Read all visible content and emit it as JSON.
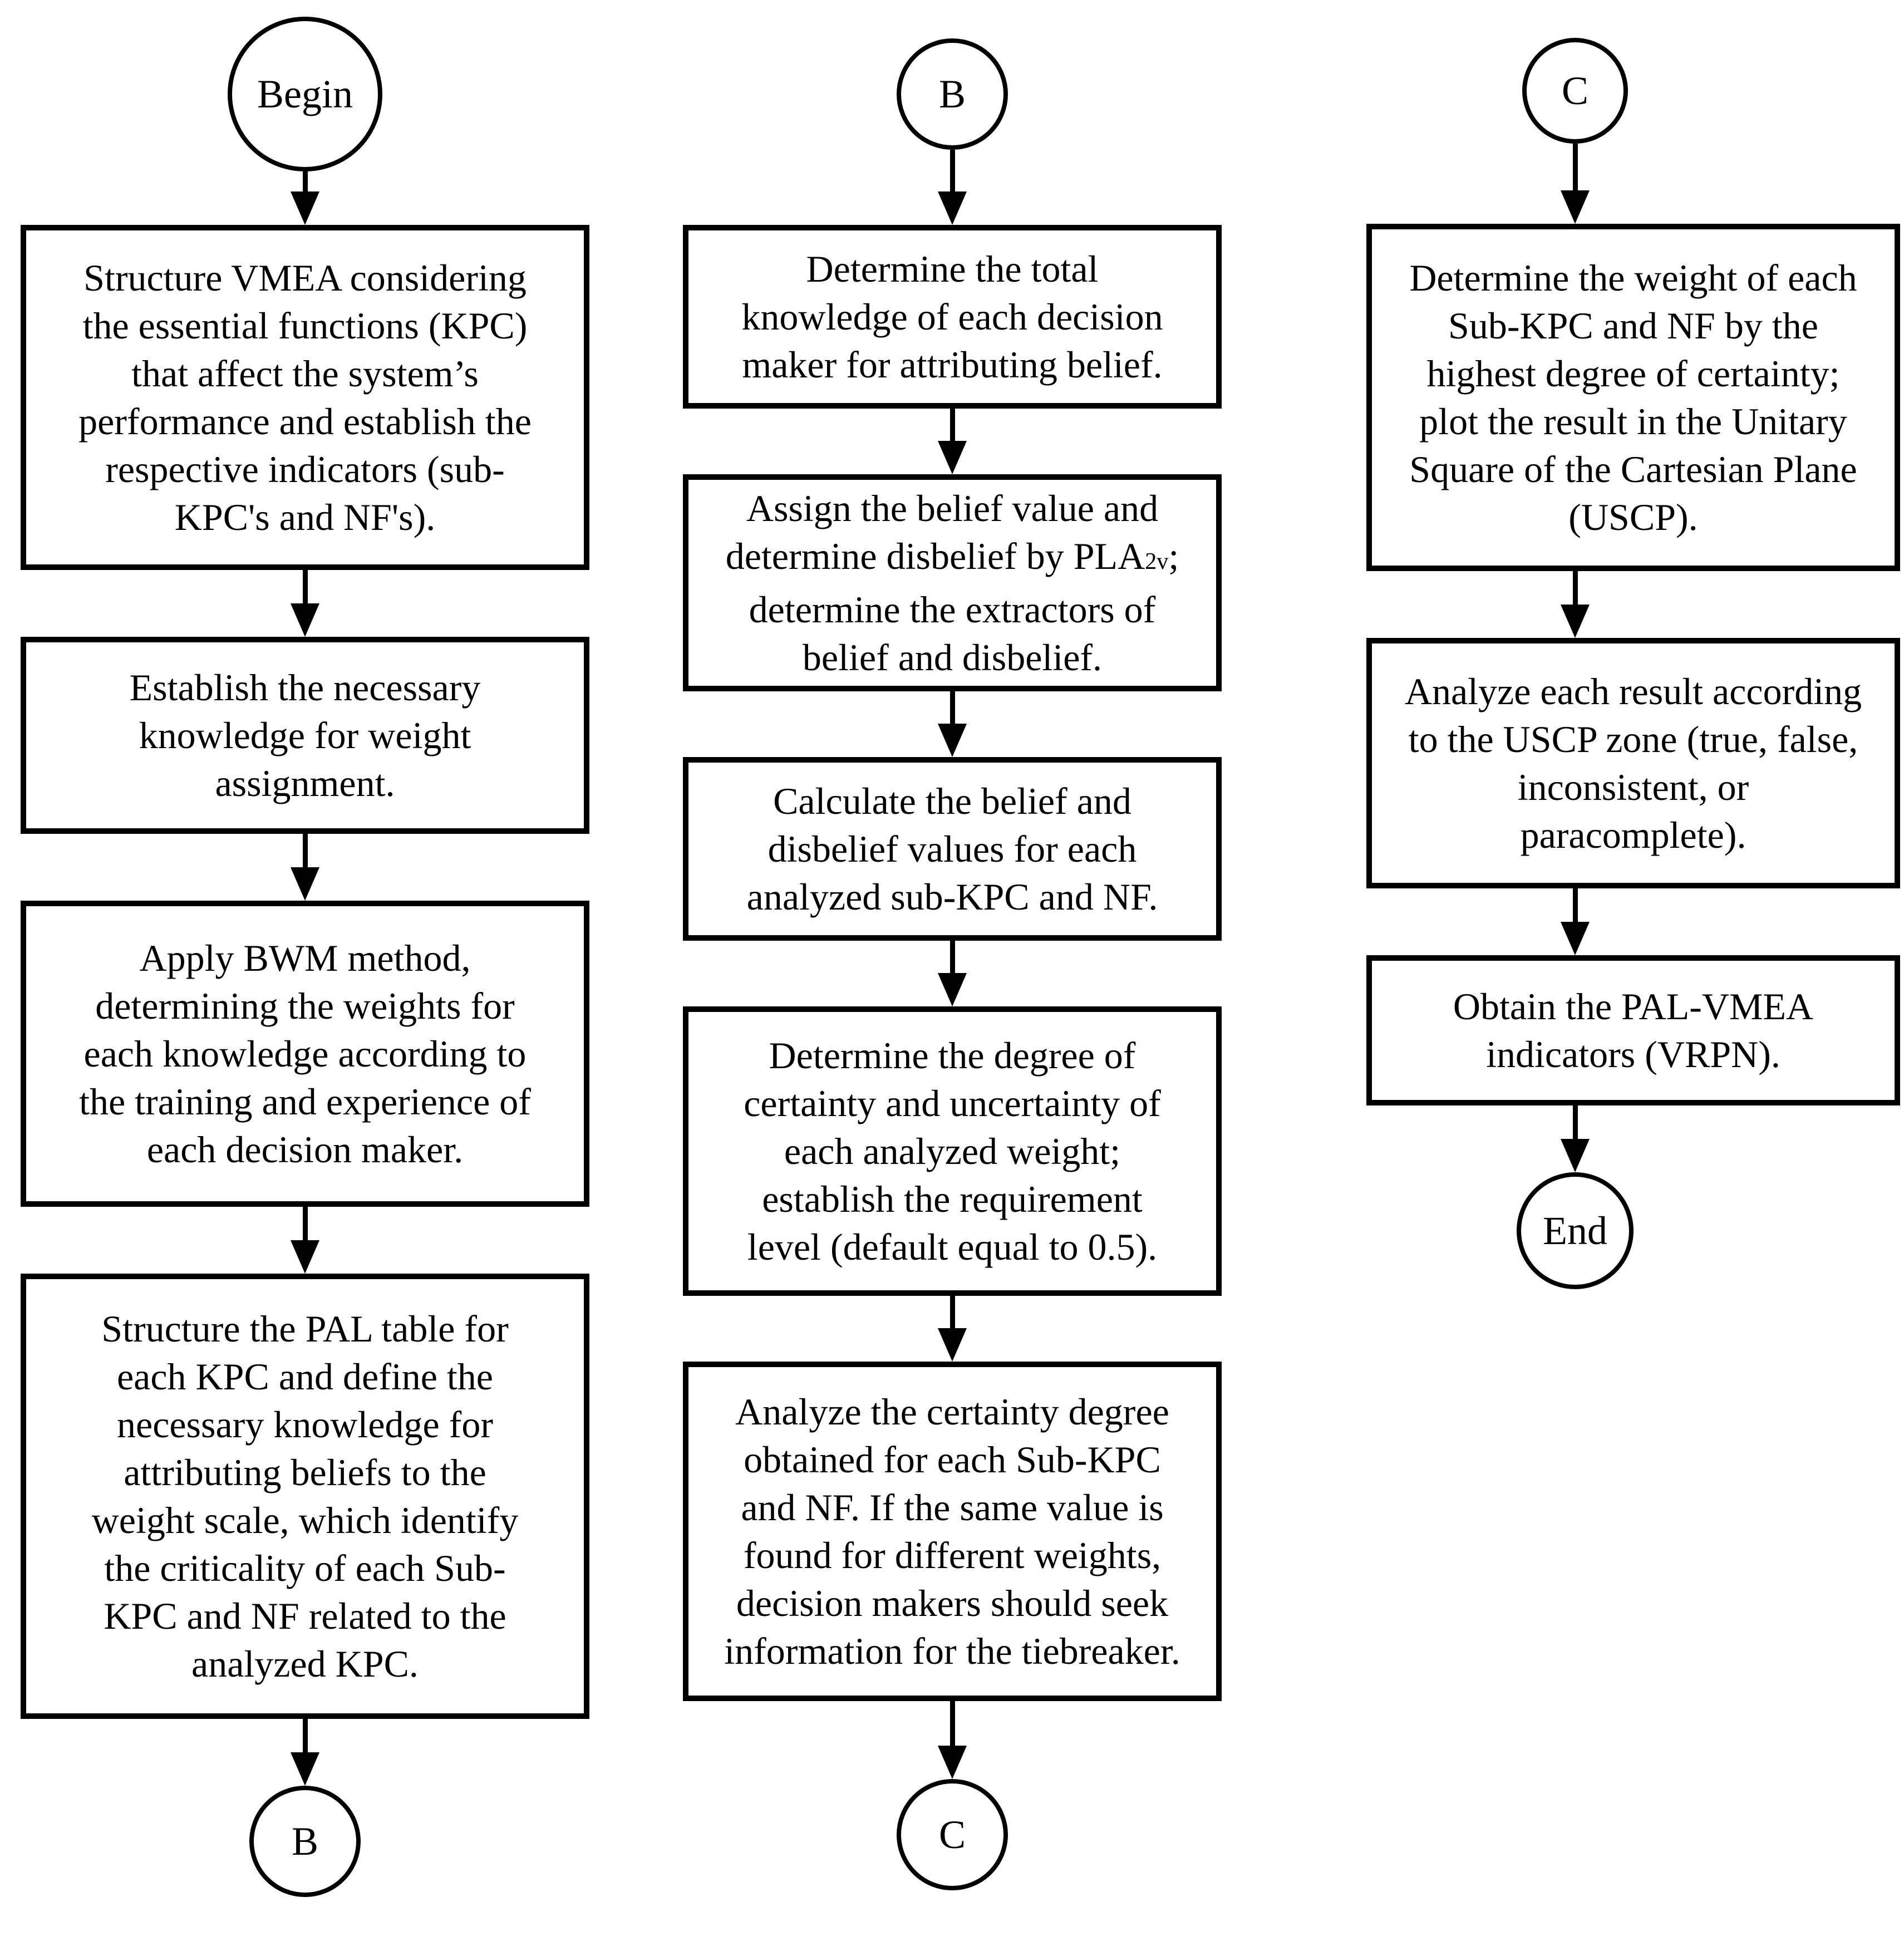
{
  "figure": {
    "background": "#ffffff",
    "stroke_color": "#000000",
    "columns": [
      {
        "start": "Begin",
        "end": "B",
        "boxes": [
          {
            "text": "Structure VMEA considering\nthe essential functions (KPC)\nthat affect the system’s\nperformance and establish the\nrespective indicators (sub-\nKPC's and NF's)."
          },
          {
            "text": "Establish the necessary\nknowledge for weight\nassignment."
          },
          {
            "text": "Apply BWM method,\ndetermining the weights for\neach knowledge according to\nthe training and experience of\neach decision maker."
          },
          {
            "text": "Structure the PAL table for\neach KPC and define the\nnecessary knowledge for\nattributing beliefs to the\nweight scale, which identify\nthe criticality of each Sub-\nKPC and NF related to the\nanalyzed KPC."
          }
        ]
      },
      {
        "start": "B",
        "end": "C",
        "boxes": [
          {
            "text": "Determine the total\nknowledge of each decision\nmaker for attributing belief."
          },
          {
            "line1": "Assign the belief value and",
            "line2_pre": "determine disbelief by PLA",
            "line2_sub": "2v",
            "line2_post": ";",
            "line3": "determine the extractors of",
            "line4": "belief and disbelief."
          },
          {
            "text": "Calculate the belief and\ndisbelief values for each\nanalyzed sub-KPC and NF."
          },
          {
            "text": "Determine the degree of\ncertainty and uncertainty of\neach analyzed weight;\nestablish the requirement\nlevel (default equal to 0.5)."
          },
          {
            "text": "Analyze the certainty degree\nobtained for each Sub-KPC\nand NF. If the same value is\nfound for different weights,\ndecision makers should seek\ninformation for the tiebreaker."
          }
        ]
      },
      {
        "start": "C",
        "end": "End",
        "boxes": [
          {
            "text": "Determine the weight of each\nSub-KPC and NF by the\nhighest degree of certainty;\nplot the result in the Unitary\nSquare of the Cartesian Plane\n(USCP)."
          },
          {
            "text": "Analyze each result according\nto the USCP zone (true, false,\ninconsistent, or\nparacomplete)."
          },
          {
            "text": "Obtain the PAL-VMEA\nindicators (VRPN)."
          }
        ]
      }
    ]
  }
}
